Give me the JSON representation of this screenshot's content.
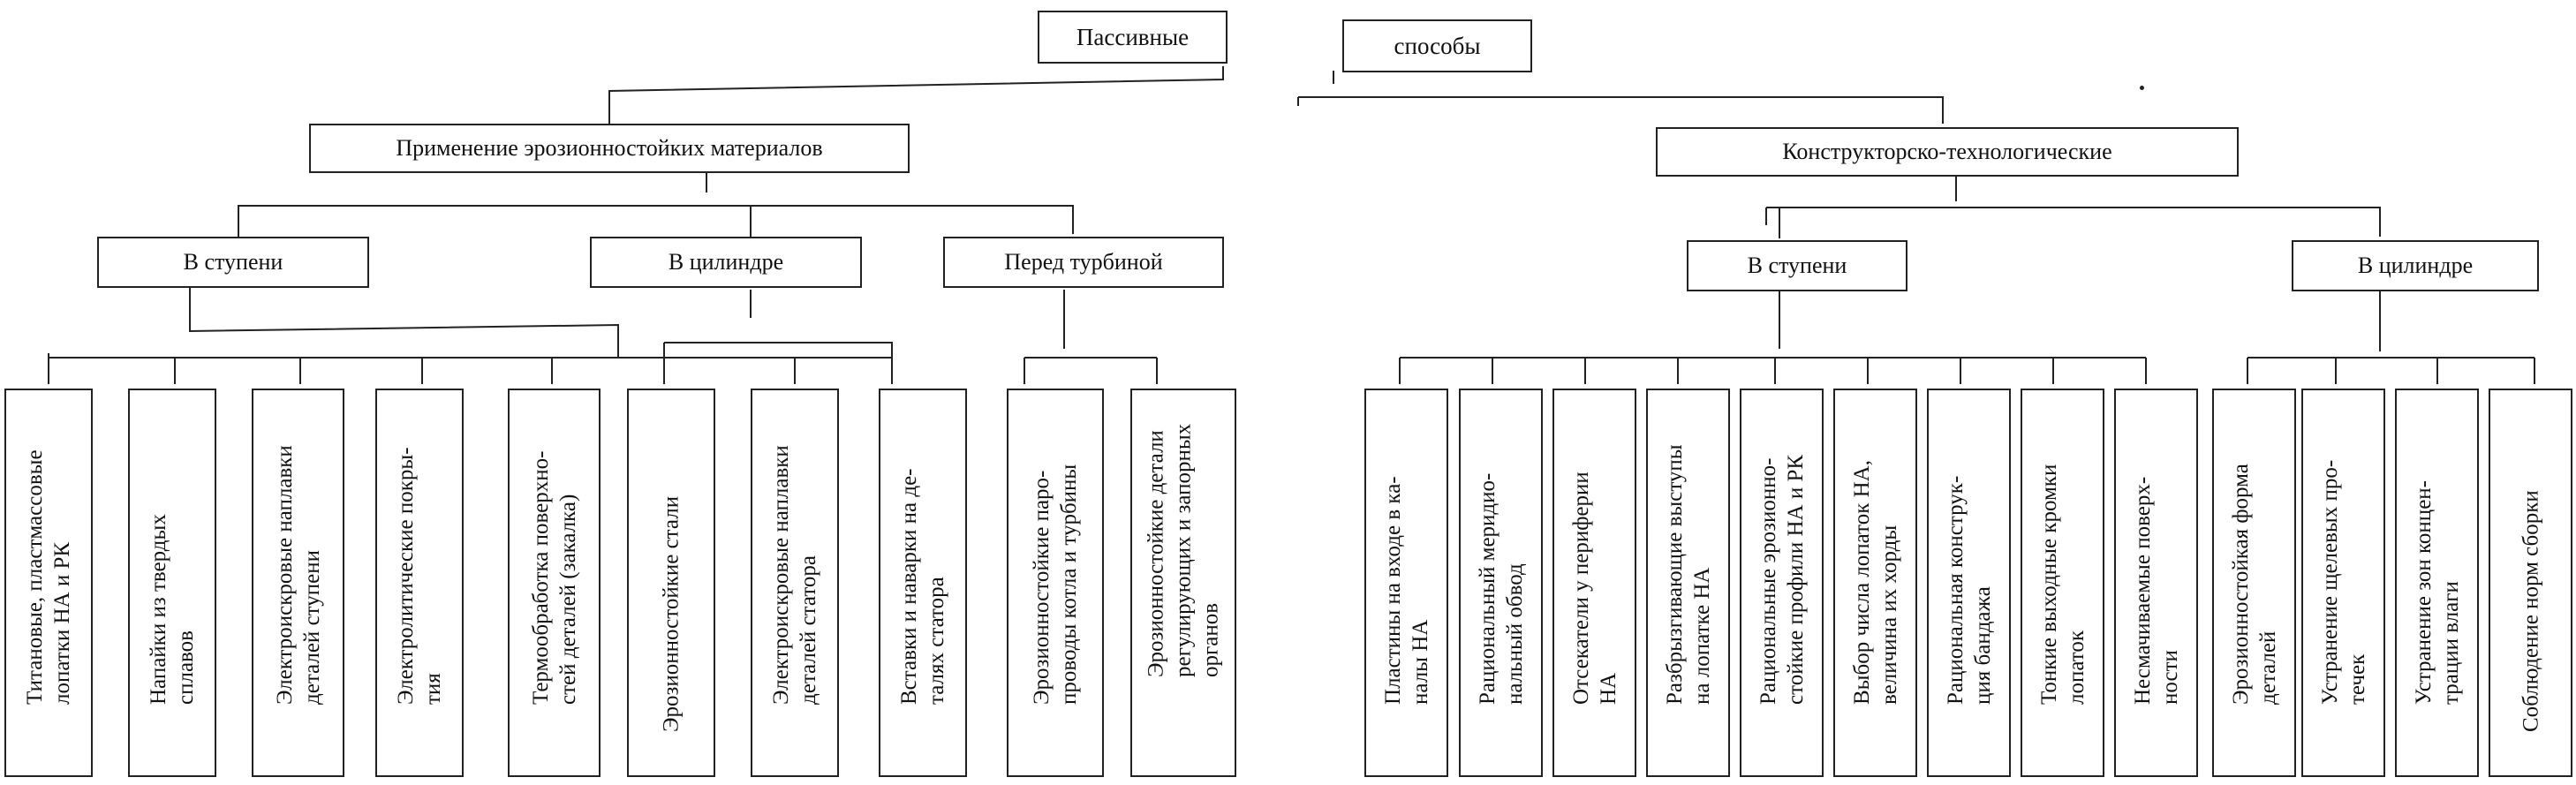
{
  "root": {
    "left_label": "Пассивные",
    "right_label": "способы"
  },
  "materials": {
    "label": "Применение эрозионностойких материалов",
    "groups": [
      {
        "label": "В ступени",
        "leaves": [
          "Титановые, пластмассовые\nлопатки НА и РК",
          "Напайки из твердых\nсплавов",
          "Электроискровые наплавки\nдеталей ступени",
          "Электролитические покры-\nтия"
        ]
      },
      {
        "label": "В цилиндре",
        "leaves": [
          "Термообработка поверхно-\nстей деталей (закалка)",
          "Эрозионностойкие стали",
          "Электроискровые наплавки\nдеталей статора",
          "Вставки и наварки на де-\nталях статора"
        ]
      },
      {
        "label": "Перед турбиной",
        "leaves": [
          "Эрозионностойкие паро-\nпроводы котла и турбины",
          "Эрозионностойкие детали\nрегулирующих и запорных\nорганов"
        ]
      }
    ]
  },
  "design": {
    "label": "Конструкторско-технологические",
    "groups": [
      {
        "label": "В ступени",
        "leaves": [
          "Пластины на входе в ка-\nналы НА",
          "Рациональный меридио-\nнальный обвод",
          "Отсекатели у периферии\nНА",
          "Разбрызгивающие выступы\nна лопатке НА",
          "Рациональные эрозионно-\nстойкие профили НА и РК",
          "Выбор числа лопаток НА,\nвеличина их хорды",
          "Рациональная конструк-\nция бандажа",
          "Тонкие выходные кромки\nлопаток",
          "Несмачиваемые поверх-\nности"
        ]
      },
      {
        "label": "В цилиндре",
        "leaves": [
          "Эрозионностойкая форма\nдеталей",
          "Устранение щелевых про-\nтечек",
          "Устранение зон концен-\nтрации влаги",
          "Соблюдение норм сборки"
        ]
      }
    ]
  }
}
